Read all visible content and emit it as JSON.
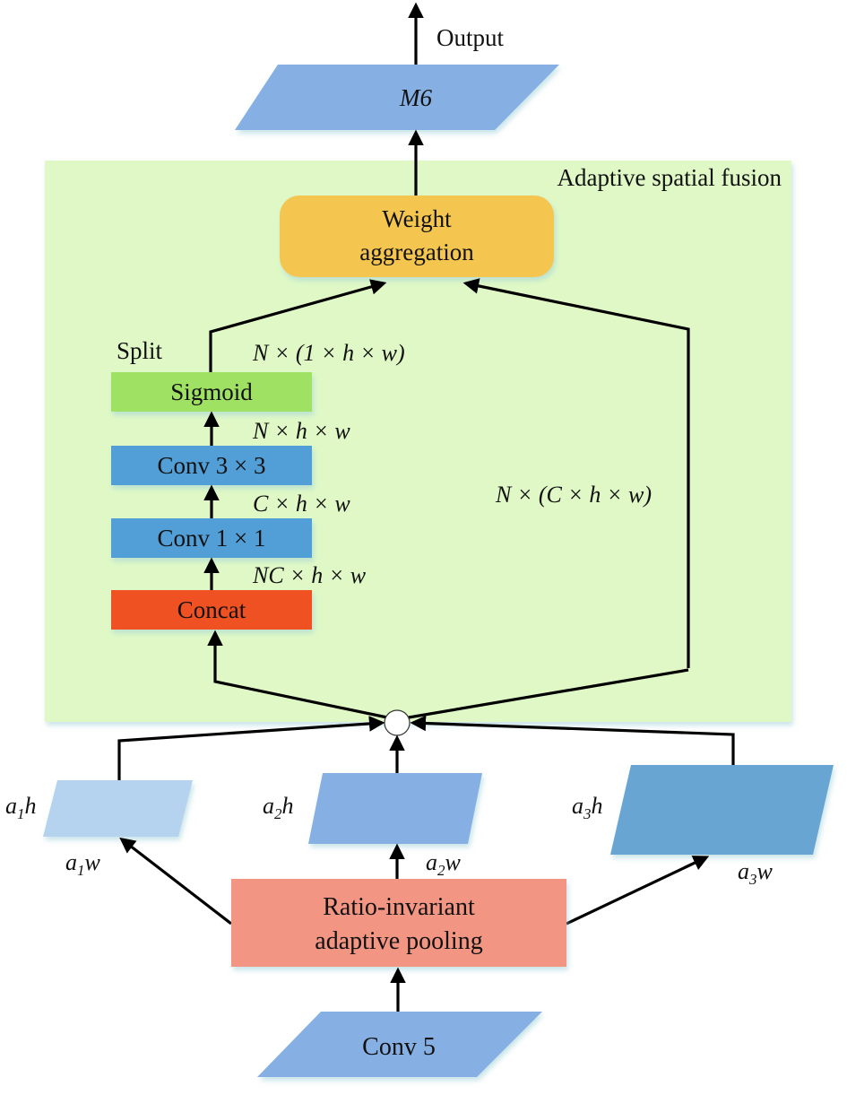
{
  "title": "Adaptive spatial fusion",
  "colors": {
    "fusion_bg": "#dff8c6",
    "weight_agg": "#f4c64f",
    "sigmoid": "#9fe163",
    "conv": "#519fd6",
    "concat": "#ef5124",
    "pooling": "#f39583",
    "feature_light": "#b5d3ee",
    "feature_mid": "#86b0e4",
    "feature_dark": "#68a5d2"
  },
  "nodes": {
    "output": "Output",
    "m6": "M6",
    "weight_aggregation": [
      "Weight",
      "aggregation"
    ],
    "split": "Split",
    "sigmoid": "Sigmoid",
    "conv3": "Conv 3 × 3",
    "conv1": "Conv 1 × 1",
    "concat": "Concat",
    "pooling": [
      "Ratio-invariant",
      "adaptive pooling"
    ],
    "conv5": "Conv 5"
  },
  "dims": {
    "split_out": "N × (1 × h × w)",
    "conv3_out": "N × h × w",
    "conv1_out": "C × h × w",
    "concat_out": "NC × h × w",
    "skip": "N × (C × h × w)"
  },
  "features": [
    {
      "h_label": {
        "a": "a",
        "sub": "1",
        "v": "h"
      },
      "w_label": {
        "a": "a",
        "sub": "1",
        "v": "w"
      }
    },
    {
      "h_label": {
        "a": "a",
        "sub": "2",
        "v": "h"
      },
      "w_label": {
        "a": "a",
        "sub": "2",
        "v": "w"
      }
    },
    {
      "h_label": {
        "a": "a",
        "sub": "3",
        "v": "h"
      },
      "w_label": {
        "a": "a",
        "sub": "3",
        "v": "w"
      }
    }
  ]
}
